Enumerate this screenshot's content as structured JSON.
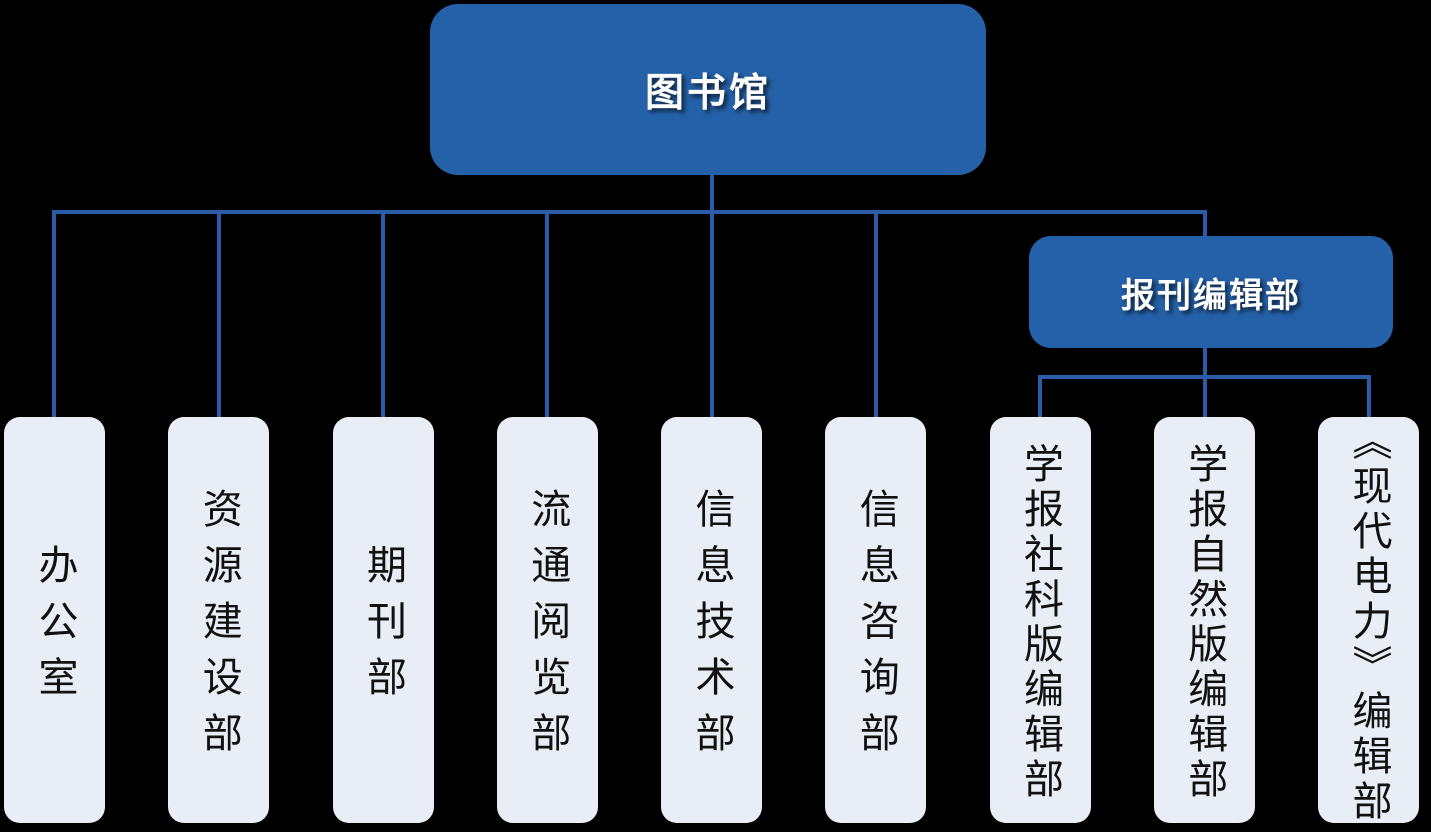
{
  "org": {
    "root": {
      "label": "图书馆",
      "children": [
        {
          "label": "办公室"
        },
        {
          "label": "资源建设部"
        },
        {
          "label": "期刊部"
        },
        {
          "label": "流通阅览部"
        },
        {
          "label": "信息技术部"
        },
        {
          "label": "信息咨询部"
        },
        {
          "label": "报刊编辑部",
          "children": [
            {
              "label": "学报社科版编辑部"
            },
            {
              "label": "学报自然版编辑部"
            },
            {
              "label": "《现代电力》编辑部"
            }
          ]
        }
      ]
    },
    "colors": {
      "background": "#000000",
      "node_fill": "#2561A8",
      "node_text": "#FFFFFF",
      "leaf_fill": "#E9EEF6",
      "leaf_text": "#111111",
      "connector": "#2A5CA8"
    }
  }
}
